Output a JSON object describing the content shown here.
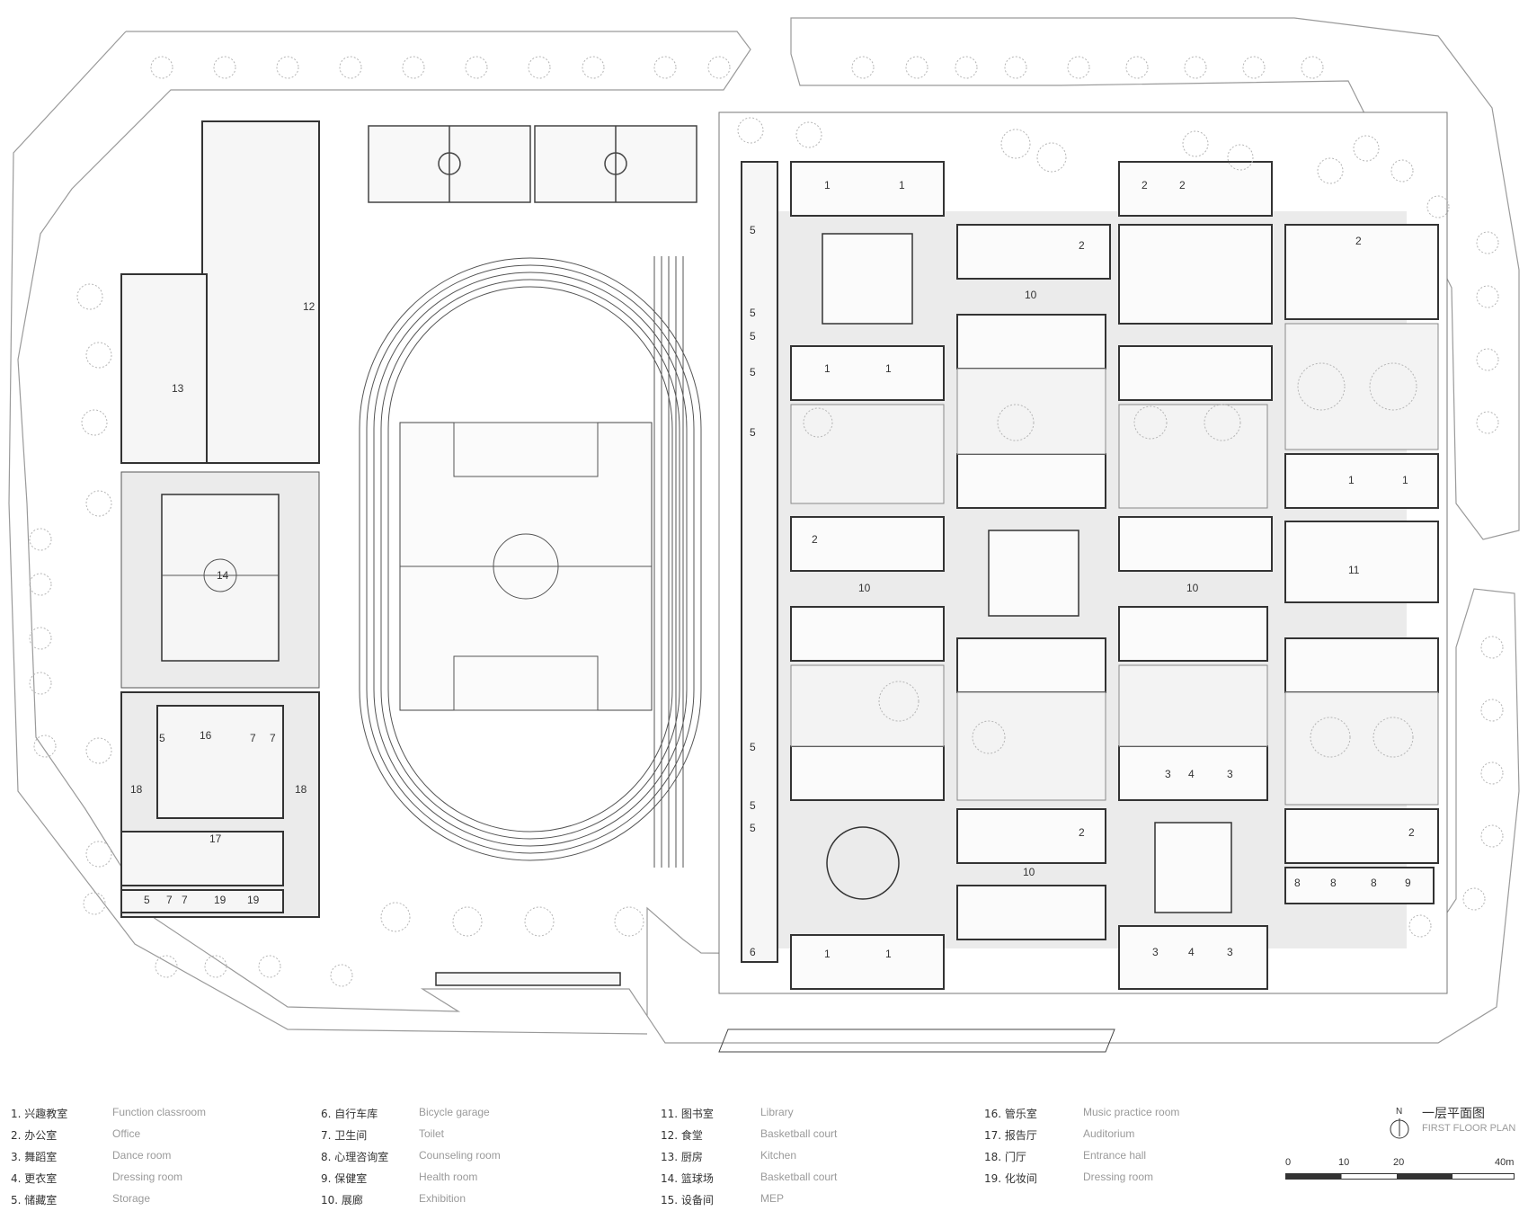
{
  "plan": {
    "room_labels": {
      "n1": "1",
      "n2": "2",
      "n3": "3",
      "n4": "4",
      "n5": "5",
      "n6": "6",
      "n7": "7",
      "n8": "8",
      "n9": "9",
      "n10": "10",
      "n11": "11",
      "n12": "12",
      "n13": "13",
      "n14": "14",
      "n16": "16",
      "n17": "17",
      "n18": "18",
      "n19": "19"
    }
  },
  "legend": {
    "col1": [
      {
        "num": "1. 兴趣教室",
        "en": "Function classroom"
      },
      {
        "num": "2. 办公室",
        "en": "Office"
      },
      {
        "num": "3. 舞蹈室",
        "en": "Dance room"
      },
      {
        "num": "4. 更衣室",
        "en": "Dressing room"
      },
      {
        "num": "5. 储藏室",
        "en": "Storage"
      }
    ],
    "col2": [
      {
        "num": "6. 自行车库",
        "en": "Bicycle garage"
      },
      {
        "num": "7. 卫生间",
        "en": "Toilet"
      },
      {
        "num": "8. 心理咨询室",
        "en": "Counseling room"
      },
      {
        "num": "9. 保健室",
        "en": "Health room"
      },
      {
        "num": "10. 展廊",
        "en": "Exhibition"
      }
    ],
    "col3": [
      {
        "num": "11. 图书室",
        "en": "Library"
      },
      {
        "num": "12. 食堂",
        "en": "Basketball court"
      },
      {
        "num": "13. 厨房",
        "en": "Kitchen"
      },
      {
        "num": "14. 篮球场",
        "en": "Basketball court"
      },
      {
        "num": "15. 设备间",
        "en": "MEP"
      }
    ],
    "col4": [
      {
        "num": "16. 管乐室",
        "en": "Music practice room"
      },
      {
        "num": "17. 报告厅",
        "en": "Auditorium"
      },
      {
        "num": "18. 门厅",
        "en": "Entrance hall"
      },
      {
        "num": "19. 化妆间",
        "en": "Dressing room"
      }
    ]
  },
  "title": {
    "zh": "一层平面图",
    "en": "FIRST FLOOR PLAN"
  },
  "north": "N",
  "scale": {
    "labels": [
      "0",
      "10",
      "20",
      "40m"
    ]
  },
  "colors": {
    "line": "#4a4a4a",
    "corridor": "#ebebeb",
    "tree": "#b5b5b5",
    "wall": "#333333"
  }
}
